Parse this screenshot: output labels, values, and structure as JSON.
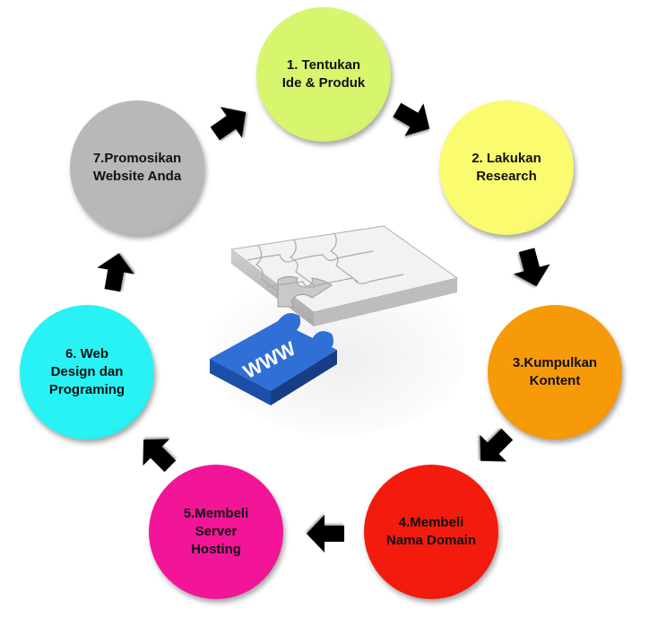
{
  "steps": [
    {
      "label": "1. Tentukan\nIde & Produk",
      "color": "#d8f56e"
    },
    {
      "label": "2. Lakukan\nResearch",
      "color": "#fbfb70"
    },
    {
      "label": "3.Kumpulkan\nKontent",
      "color": "#f79a0a"
    },
    {
      "label": "4.Membeli\nNama Domain",
      "color": "#f21b0e"
    },
    {
      "label": "5.Membeli\nServer\nHosting",
      "color": "#f21598"
    },
    {
      "label": "6. Web\nDesign dan\nPrograming",
      "color": "#29f2f5"
    },
    {
      "label": "7.Promosikan\nWebsite Anda",
      "color": "#b8b8b8"
    }
  ],
  "center": {
    "puzzle_text": "WWW",
    "puzzle_color": "#2f6fd6",
    "board_color": "#f2f2f2"
  },
  "arrow_color": "#000000"
}
